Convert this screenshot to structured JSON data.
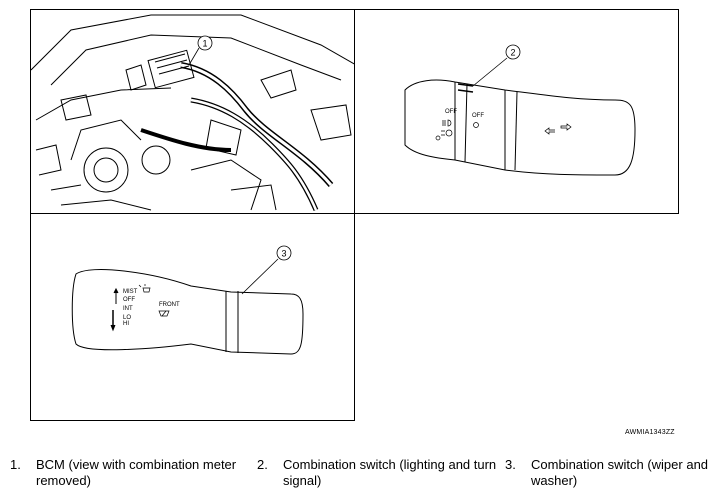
{
  "callouts": {
    "c1": "1",
    "c2": "2",
    "c3": "3"
  },
  "switch_labels": {
    "off_a": "OFF",
    "off_b": "OFF",
    "mist": "MIST",
    "off_c": "OFF",
    "int": "INT",
    "lo": "LO",
    "hi": "HI",
    "front": "FRONT"
  },
  "figure_code": "AWMIA1343ZZ",
  "captions": [
    {
      "number": "1.",
      "text": "BCM (view with combination meter removed)"
    },
    {
      "number": "2.",
      "text": "Combination switch (lighting and turn signal)"
    },
    {
      "number": "3.",
      "text": "Combination switch (wiper and washer)"
    }
  ],
  "icons": [
    "headlamp-icon",
    "fog-lamp-icon",
    "washer-icon",
    "wiper-icon",
    "turn-signal-icon"
  ]
}
